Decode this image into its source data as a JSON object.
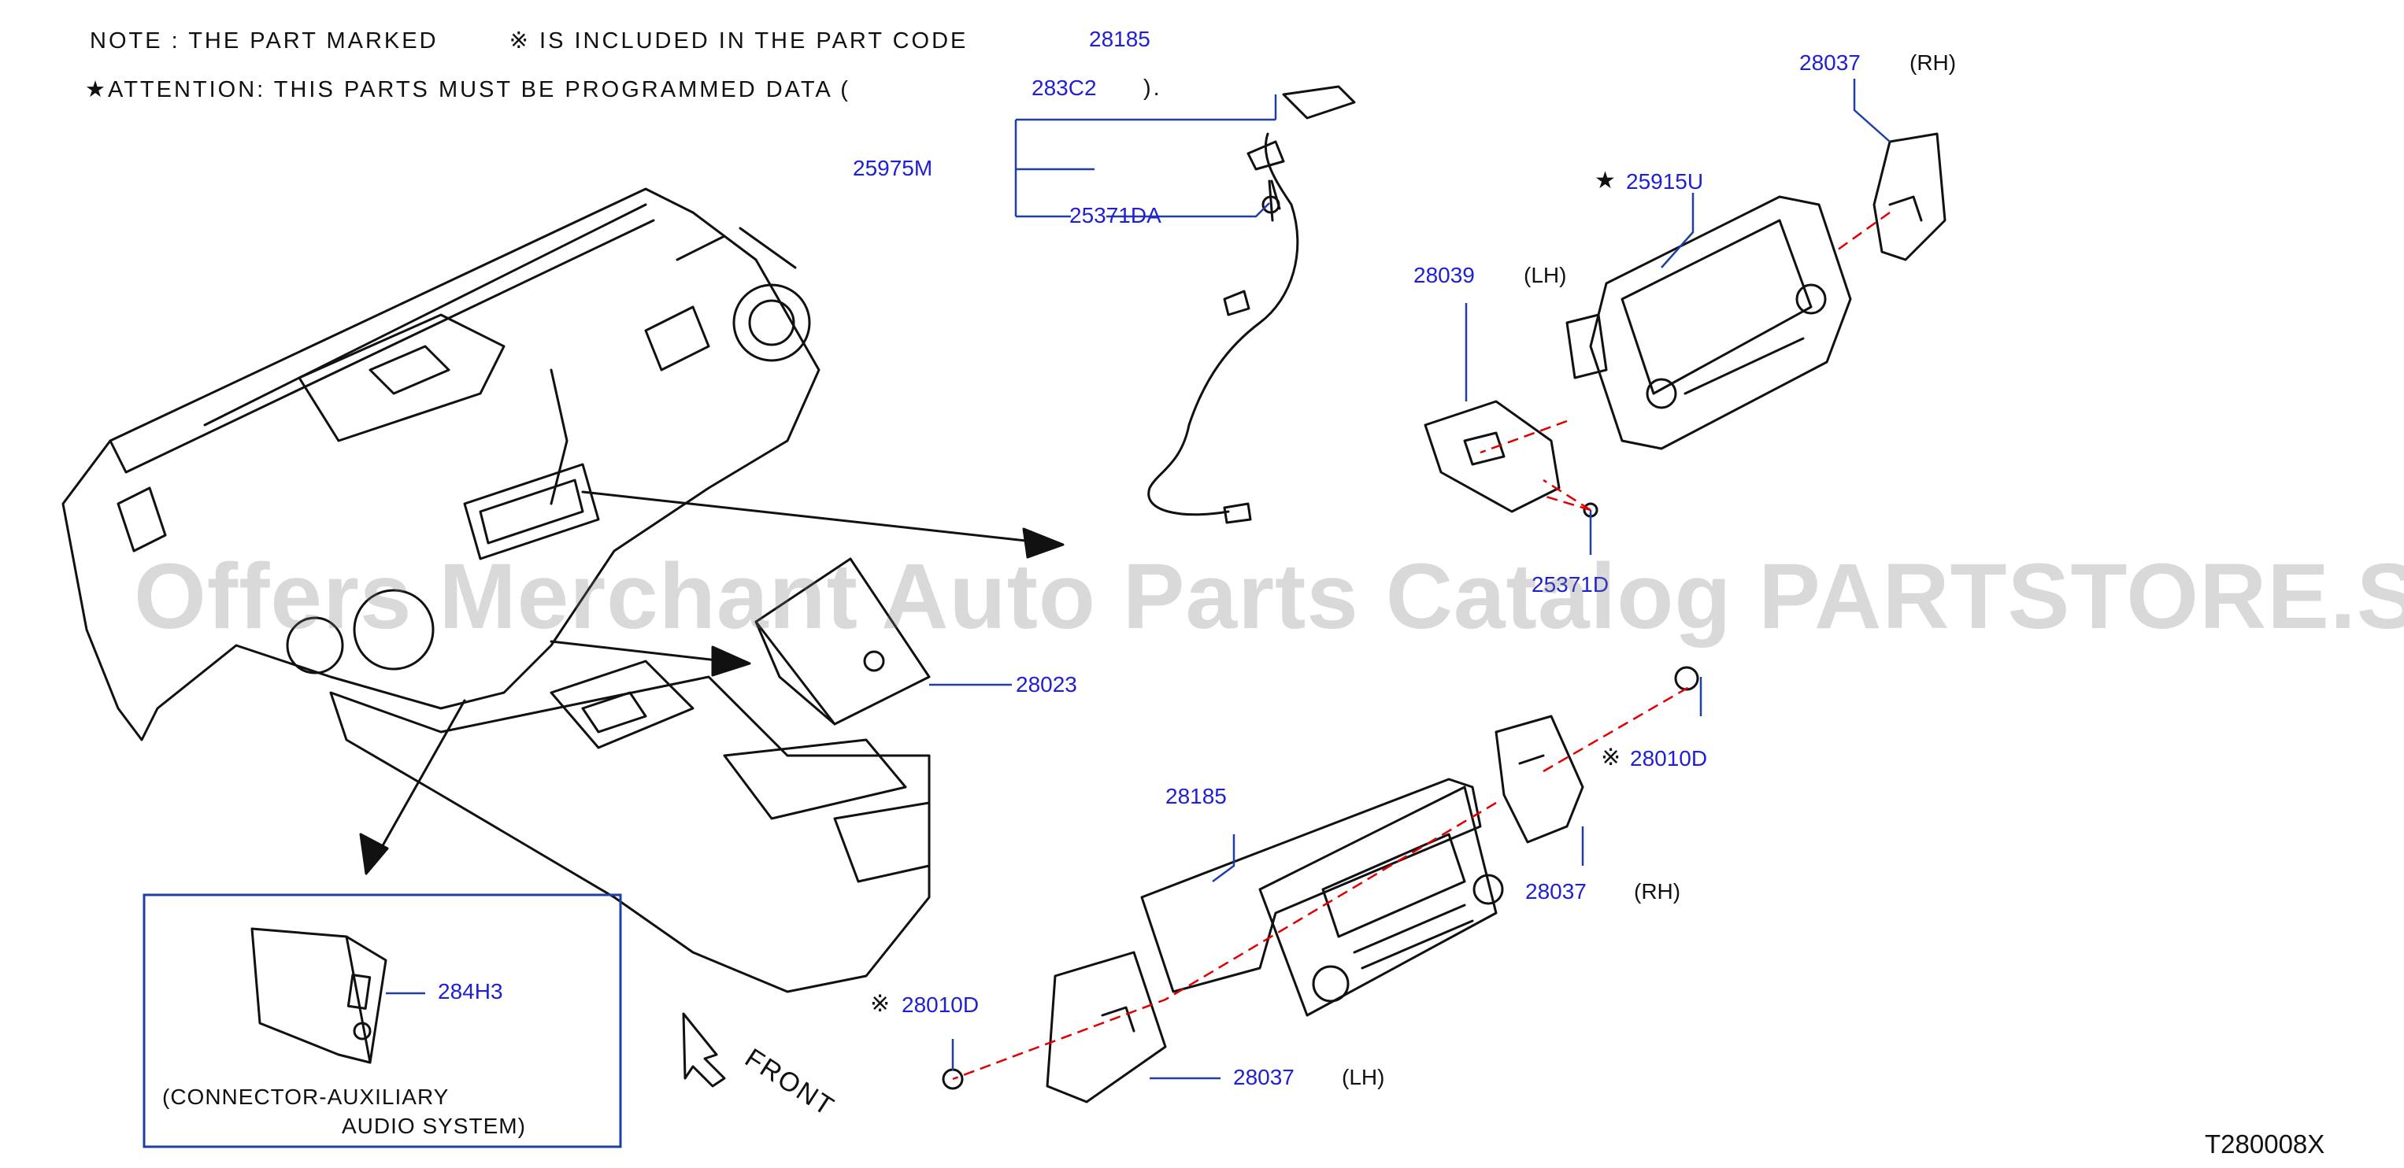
{
  "notes": {
    "note_prefix": "NOTE  :  THE  PART  MARKED",
    "note_symbol": "※",
    "note_middle": "IS  INCLUDED  IN  THE  PART  CODE",
    "note_code": "28185",
    "attention_symbol": "★",
    "attention_text": "ATTENTION:  THIS  PARTS  MUST  BE  PROGRAMMED  DATA  (",
    "attention_code": "283C2",
    "attention_close": ")."
  },
  "parts": {
    "p25975M": "25975M",
    "p25371DA": "25371DA",
    "p28037_top": "28037",
    "p28037_top_side": "(RH)",
    "p25915U": "25915U",
    "p25915U_mark": "★",
    "p28039": "28039",
    "p28039_side": "(LH)",
    "p25371D": "25371D",
    "p28023": "28023",
    "p28010D_right": "28010D",
    "p28010D_right_mark": "※",
    "p28185": "28185",
    "p28037_mid": "28037",
    "p28037_mid_side": "(RH)",
    "p28010D_left": "28010D",
    "p28010D_left_mark": "※",
    "p28037_low": "28037",
    "p28037_low_side": "(LH)",
    "p284H3": "284H3"
  },
  "inset": {
    "caption_line1": "(CONNECTOR-AUXILIARY",
    "caption_line2": "AUDIO  SYSTEM)"
  },
  "front_label": "FRONT",
  "diagram_code": "T280008X",
  "watermark": "Offers Merchant Auto Parts Catalog PARTSTORE.SA",
  "colors": {
    "part_number": "#1f1fd6",
    "leader": "#1f3fa8",
    "phantom": "#e00000",
    "drawing": "#111111"
  }
}
